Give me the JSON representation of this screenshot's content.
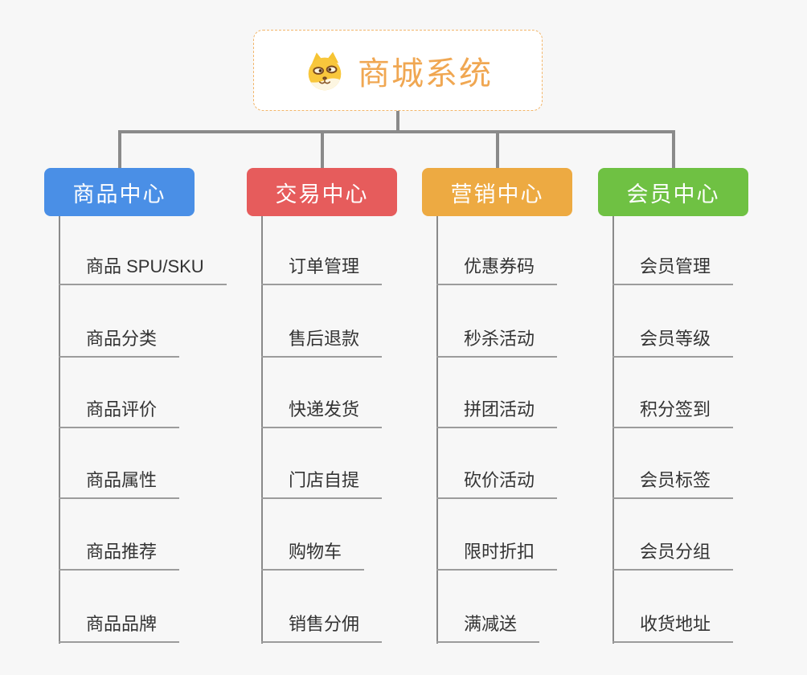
{
  "canvas": {
    "background": "#f7f7f7",
    "line_color": "#8a8a8a",
    "underline_color": "#9c9c9c"
  },
  "root": {
    "title": "商城系统",
    "icon": "shiba-dog-icon",
    "title_color": "#f0a752",
    "border_color": "#f2b66b"
  },
  "branches": [
    {
      "label": "商品中心",
      "color": "#4a8fe6",
      "children": [
        "商品 SPU/SKU",
        "商品分类",
        "商品评价",
        "商品属性",
        "商品推荐",
        "商品品牌"
      ]
    },
    {
      "label": "交易中心",
      "color": "#e65c5c",
      "children": [
        "订单管理",
        "售后退款",
        "快递发货",
        "门店自提",
        "购物车",
        "销售分佣"
      ]
    },
    {
      "label": "营销中心",
      "color": "#edaa42",
      "children": [
        "优惠券码",
        "秒杀活动",
        "拼团活动",
        "砍价活动",
        "限时折扣",
        "满减送"
      ]
    },
    {
      "label": "会员中心",
      "color": "#6fc143",
      "children": [
        "会员管理",
        "会员等级",
        "积分签到",
        "会员标签",
        "会员分组",
        "收货地址"
      ]
    }
  ]
}
